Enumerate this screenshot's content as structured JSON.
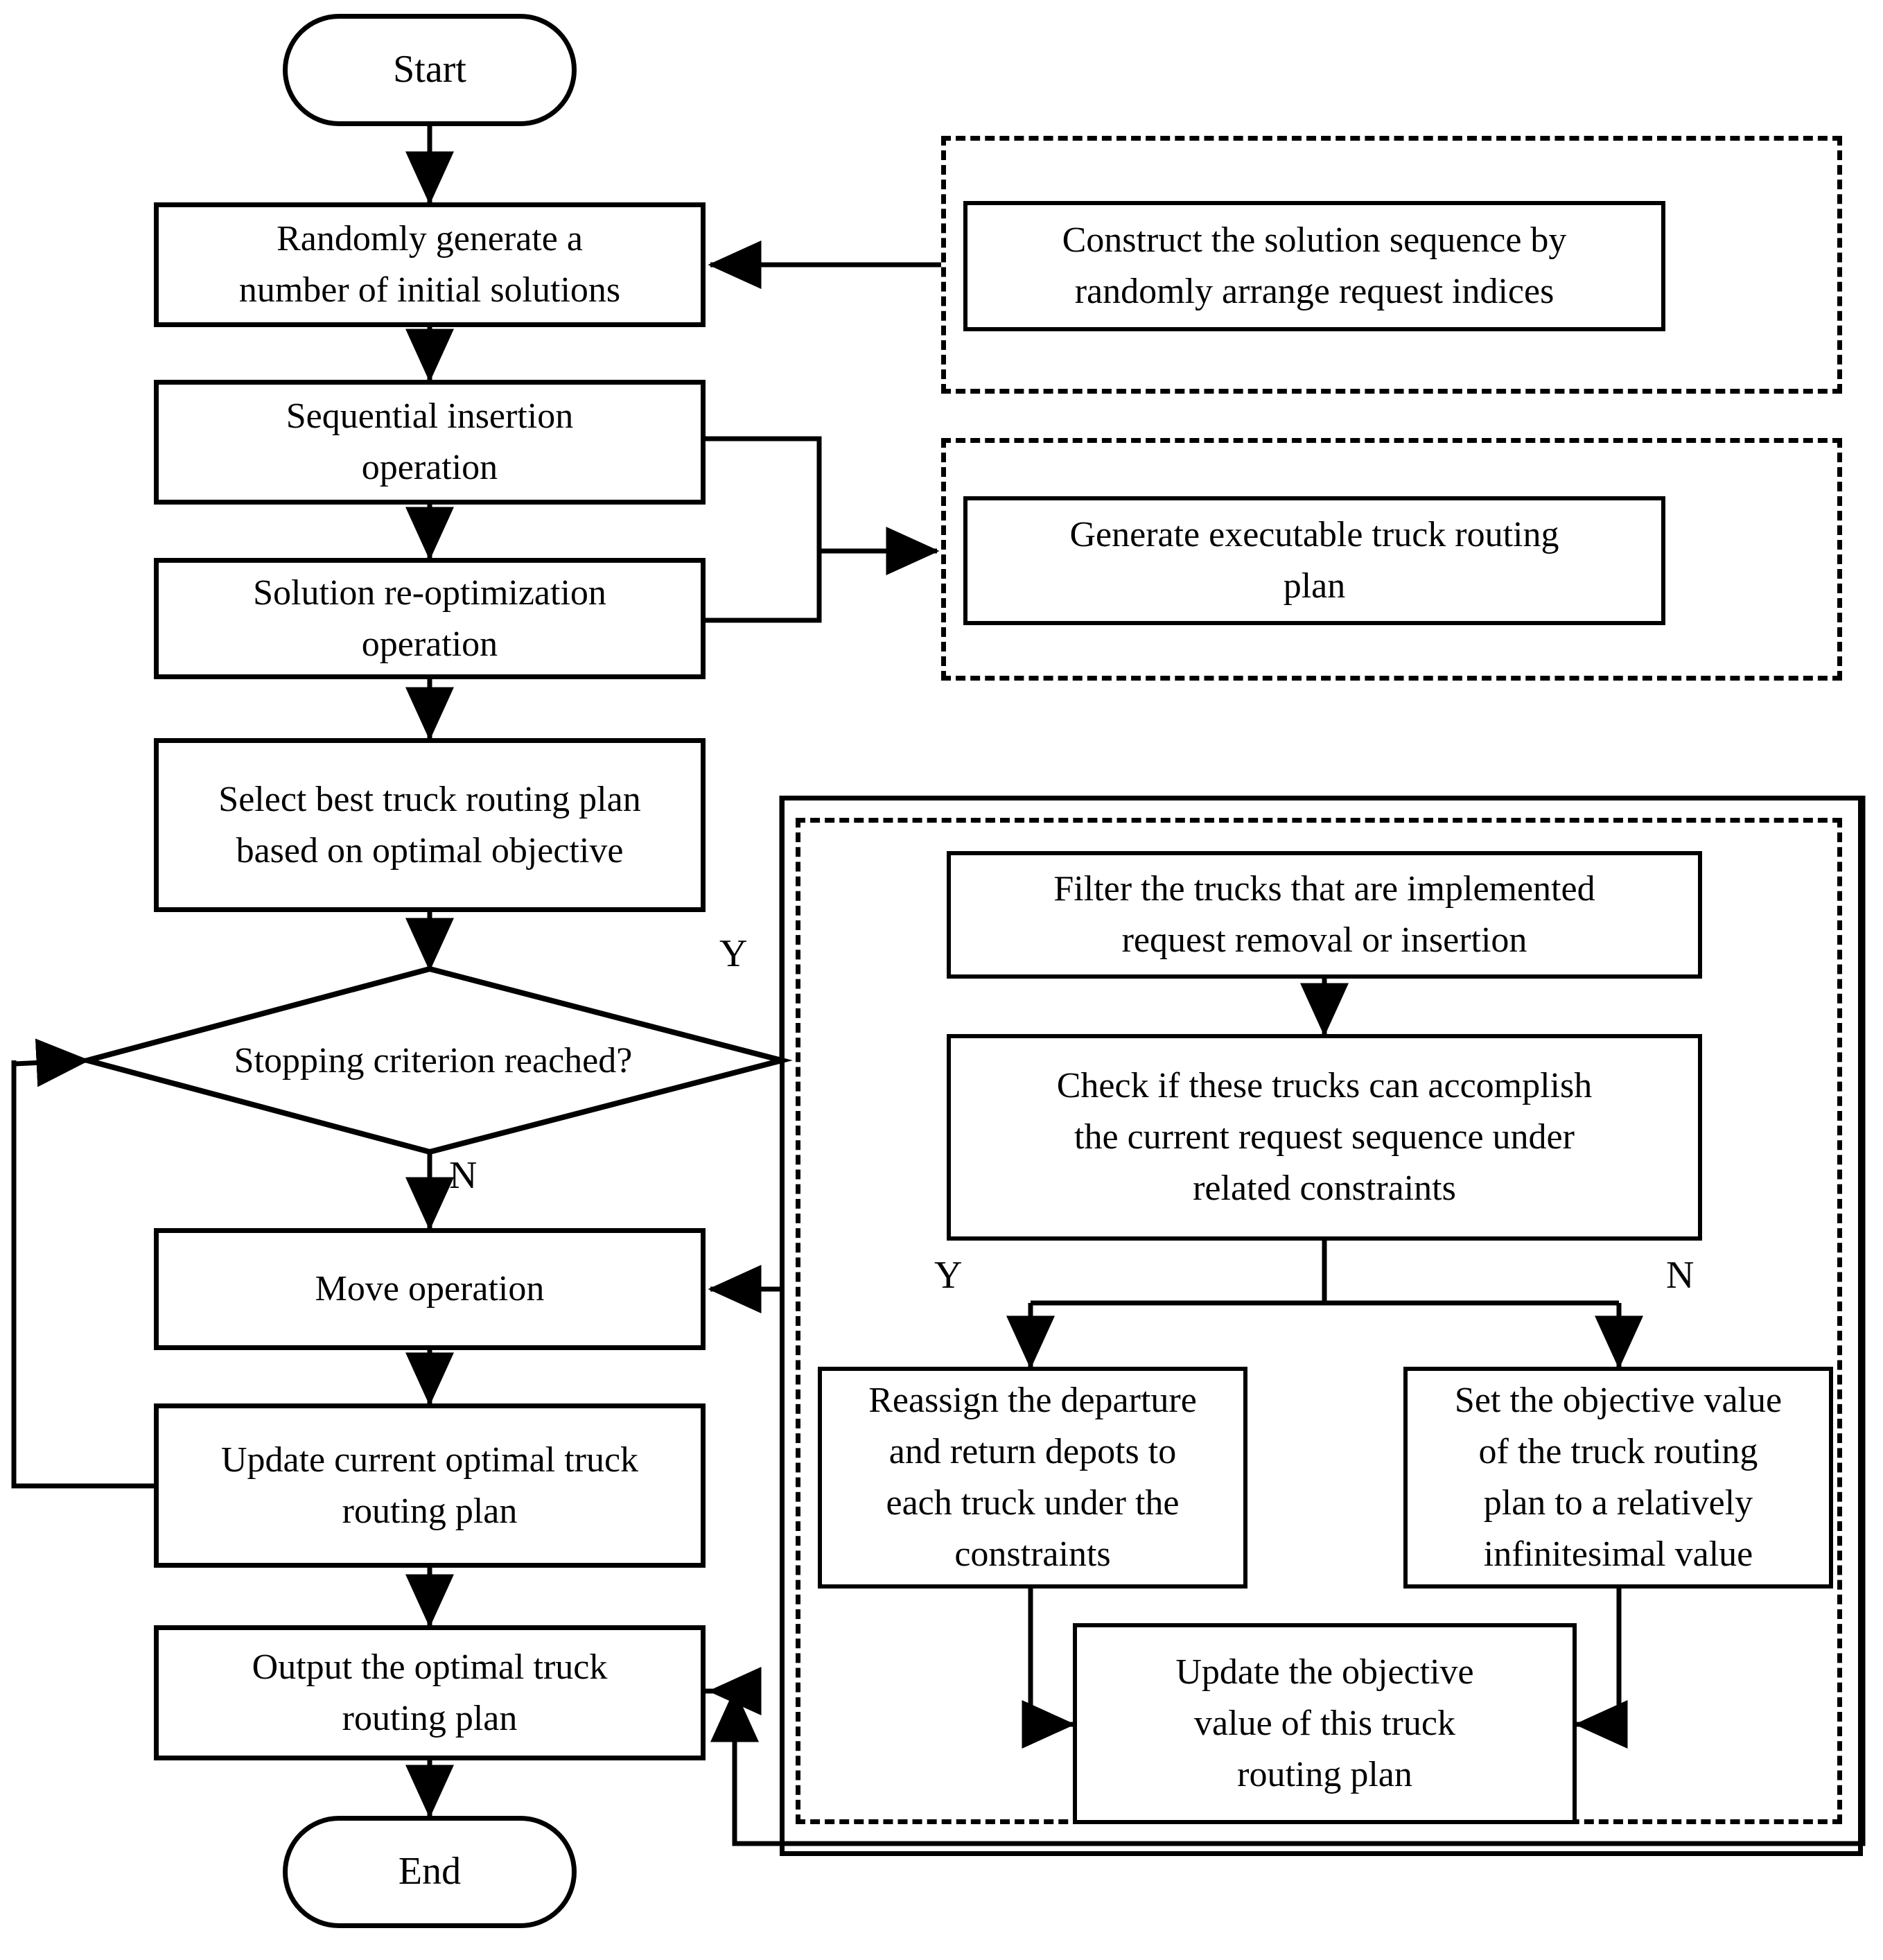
{
  "diagram": {
    "title": "Truck routing plan optimization algorithm flowchart",
    "type": "flowchart",
    "colors": {
      "stroke": "#000000",
      "fill": "#ffffff",
      "text": "#000000"
    }
  },
  "nodes": {
    "start": {
      "label": "Start",
      "shape": "terminal"
    },
    "random_init": {
      "line1": "Randomly generate a",
      "line2": "number of initial solutions",
      "shape": "process"
    },
    "seq_insert": {
      "line1": "Sequential insertion",
      "line2": "operation",
      "shape": "process"
    },
    "re_opt": {
      "line1": "Solution re-optimization",
      "line2": "operation",
      "shape": "process"
    },
    "select_best": {
      "line1": "Select best truck routing plan",
      "line2": "based on optimal objective",
      "shape": "process"
    },
    "stopping": {
      "label": "Stopping criterion reached?",
      "shape": "decision"
    },
    "move_op": {
      "label": "Move operation",
      "shape": "process"
    },
    "update_current": {
      "line1": "Update current optimal truck",
      "line2": "routing plan",
      "shape": "process"
    },
    "output_plan": {
      "line1": "Output the optimal truck",
      "line2": "routing plan",
      "shape": "process"
    },
    "end": {
      "label": "End",
      "shape": "terminal"
    },
    "construct_seq": {
      "line1": "Construct the solution sequence by",
      "line2": "randomly arrange request indices",
      "shape": "process"
    },
    "generate_plan": {
      "line1": "Generate executable truck routing",
      "line2": "plan",
      "shape": "process"
    },
    "filter_trucks": {
      "line1": "Filter the trucks that are implemented",
      "line2": "request removal or insertion",
      "shape": "process"
    },
    "check_trucks": {
      "line1": "Check if these trucks can accomplish",
      "line2": "the current request sequence under",
      "line3": "related constraints",
      "shape": "process"
    },
    "reassign_depots": {
      "line1": "Reassign the departure",
      "line2": "and return depots to",
      "line3": "each truck under the",
      "line4": "constraints",
      "shape": "process"
    },
    "set_objective": {
      "line1": "Set the objective value",
      "line2": "of the truck routing",
      "line3": "plan to a relatively",
      "line4": "infinitesimal value",
      "shape": "process"
    },
    "update_objective": {
      "line1": "Update the objective",
      "line2": "value of this truck",
      "line3": "routing plan",
      "shape": "process"
    }
  },
  "edge_labels": {
    "stopping_yes": "Y",
    "stopping_no": "N",
    "check_yes": "Y",
    "check_no": "N"
  },
  "groups": {
    "construct_group": {
      "style": "dashed"
    },
    "generate_group": {
      "style": "dashed"
    },
    "feasibility_outer": {
      "style": "solid"
    },
    "feasibility_inner": {
      "style": "dashed"
    }
  }
}
